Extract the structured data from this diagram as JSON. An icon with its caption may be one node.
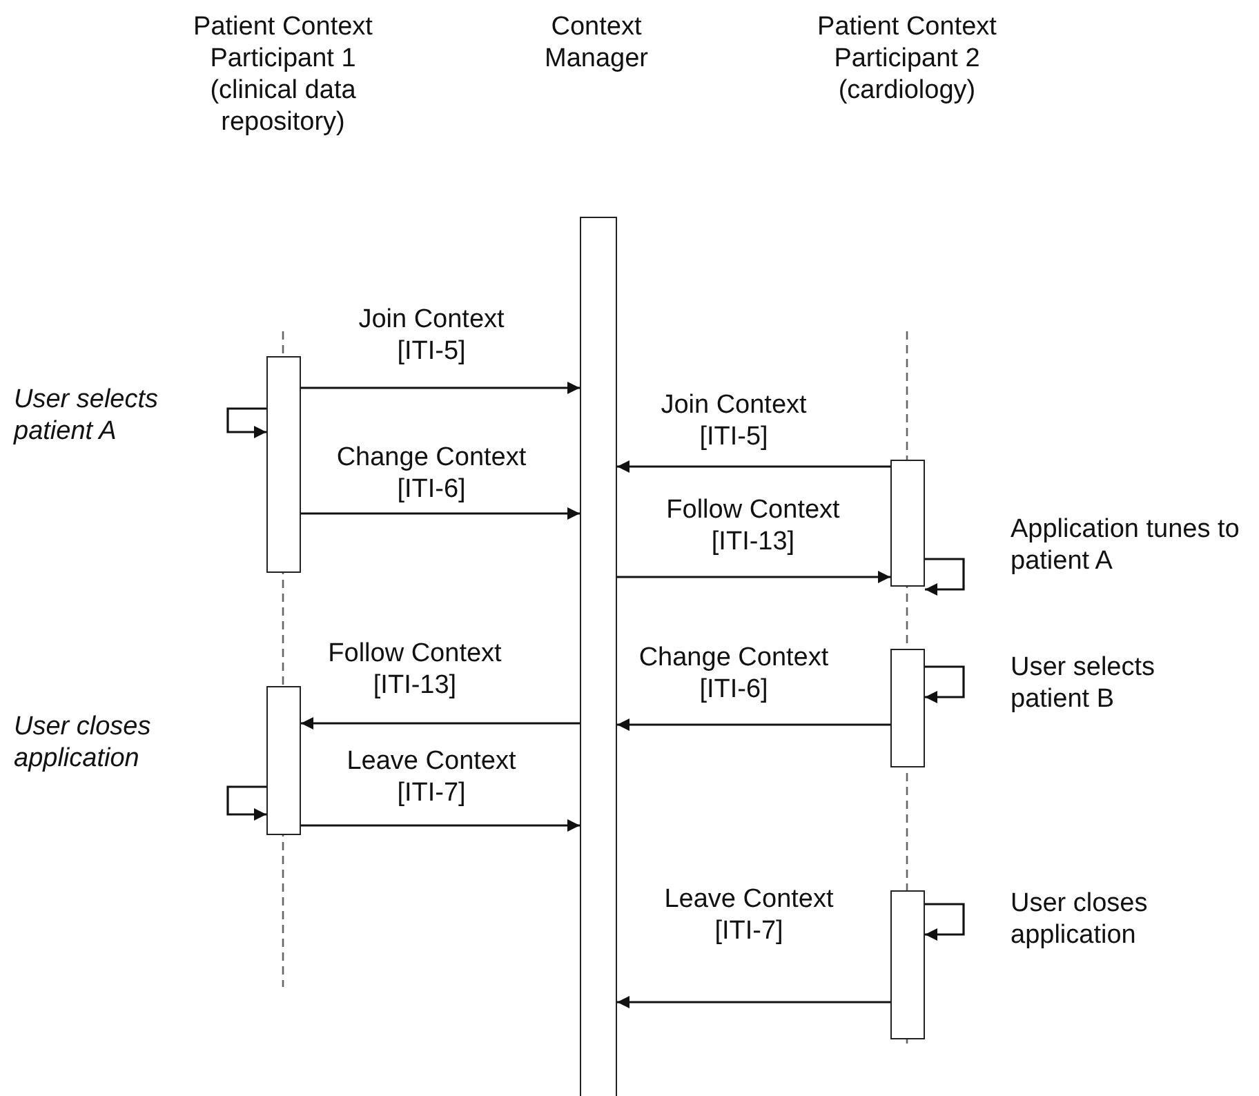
{
  "diagram": {
    "nodes": [
      {
        "text": [],
        "shape": "bar"
      },
      {
        "text": [],
        "shape": "bar"
      },
      {
        "text": [],
        "shape": "bar"
      },
      {
        "text": [],
        "shape": "bar"
      },
      {
        "text": [],
        "shape": "bar"
      },
      {
        "text": [],
        "shape": "bar"
      }
    ],
    "edges": [
      {
        "from": 1,
        "to": 0,
        "arrow": "to",
        "label": "Join Context [ITI-5]"
      },
      {
        "from": 1,
        "to": 1,
        "arrow": "to",
        "label": "User selects patient A"
      },
      {
        "from": 1,
        "to": 0,
        "arrow": "to",
        "label": "Change Context [ITI-6]"
      },
      {
        "from": 3,
        "to": 0,
        "arrow": "to",
        "label": "Join Context [ITI-5]"
      },
      {
        "from": 0,
        "to": 3,
        "arrow": "to",
        "label": "Follow Context [ITI-13]"
      },
      {
        "from": 3,
        "to": 3,
        "arrow": "to",
        "label": "Application tunes to patient A"
      },
      {
        "from": 4,
        "to": 4,
        "arrow": "to",
        "label": "User selects patient B"
      },
      {
        "from": 4,
        "to": 0,
        "arrow": "to",
        "label": "Change Context [ITI-6]"
      },
      {
        "from": 0,
        "to": 2,
        "arrow": "to",
        "label": "Follow Context [ITI-13]"
      },
      {
        "from": 2,
        "to": 2,
        "arrow": "to",
        "label": "User closes application"
      },
      {
        "from": 2,
        "to": 0,
        "arrow": "to",
        "label": "Leave Context [ITI-7]"
      },
      {
        "from": 5,
        "to": 5,
        "arrow": "to",
        "label": "User closes application"
      },
      {
        "from": 5,
        "to": 0,
        "arrow": "to",
        "label": "Leave Context [ITI-7]"
      }
    ],
    "labels": [
      "Patient Context Participant 1 (clinical data repository)",
      "Context Manager",
      "Patient Context Participant 2 (cardiology)"
    ]
  }
}
